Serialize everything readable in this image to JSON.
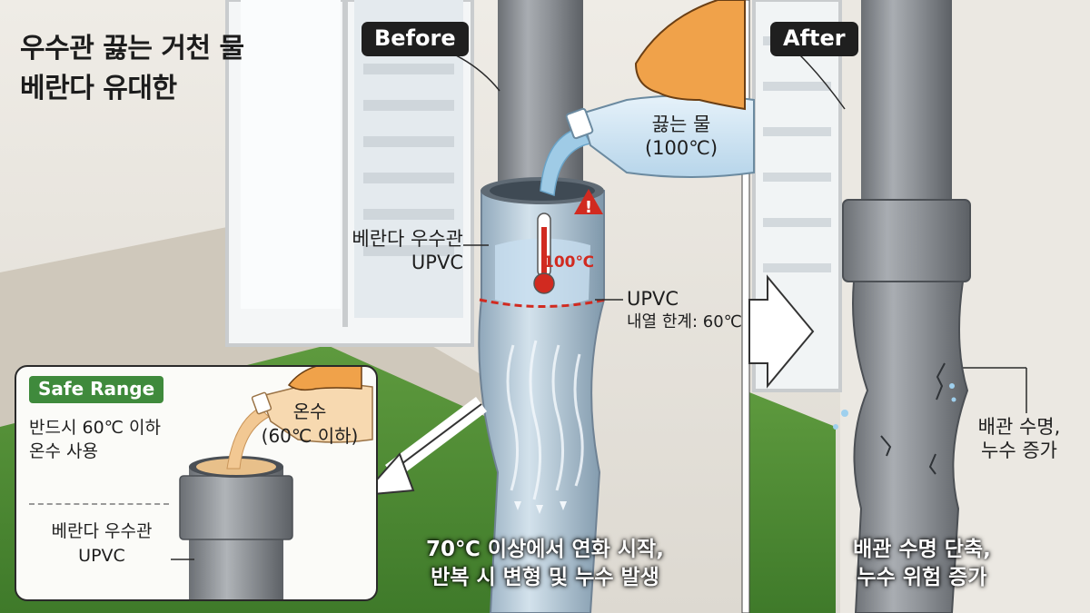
{
  "title": {
    "line1": "우수관 끓는 거천 물",
    "line2": "베란다 유대한"
  },
  "before": {
    "tag": "Before",
    "boiling_water": {
      "line1": "끓는 물",
      "line2": "(100℃)"
    },
    "danger_temp": "100℃",
    "pipe_label": {
      "line1": "베란다 우수관",
      "line2": "UPVC"
    },
    "material_label": "UPVC",
    "heat_limit": "내열 한계: 60℃",
    "caption": {
      "line1": "70℃ 이상에서 연화 시작,",
      "line2": "반복 시 변형 및 누수 발생"
    }
  },
  "after": {
    "tag": "After",
    "effect_label": {
      "line1": "배관 수명,",
      "line2": "누수 증가"
    },
    "caption": {
      "line1": "배관 수명 단축,",
      "line2": "누수 위험 증가"
    }
  },
  "inset": {
    "badge": "Safe Range",
    "instruction": {
      "line1": "반드시 60℃ 이하",
      "line2": "온수 사용"
    },
    "warm_water": {
      "line1": "온수",
      "line2": "(60℃ 이하)"
    },
    "pipe_label": {
      "line1": "베란다 우수관",
      "line2": "UPVC"
    }
  },
  "colors": {
    "badge_green": "#3f8a3c",
    "danger_red": "#d12a20",
    "tag_dark": "#1f1f1f",
    "pipe_gray": "#8e9297"
  }
}
